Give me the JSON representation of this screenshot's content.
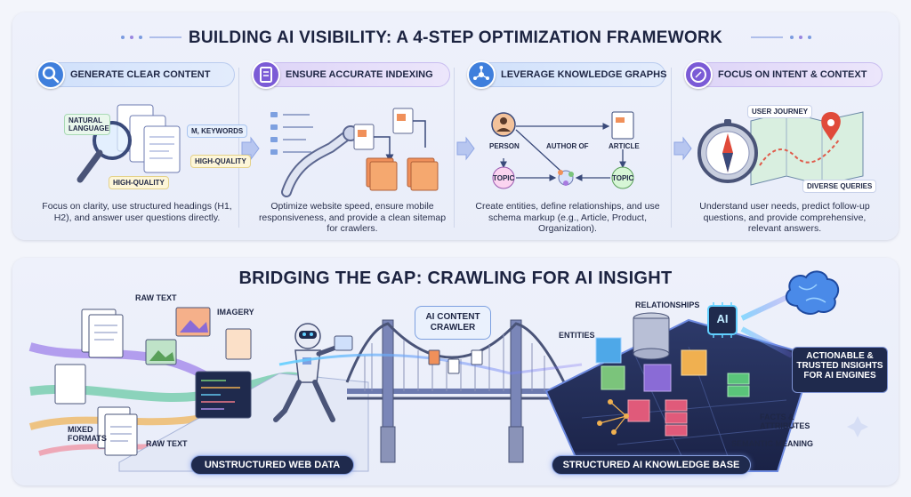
{
  "framework": {
    "title": "BUILDING AI VISIBILITY: A 4-STEP OPTIMIZATION FRAMEWORK",
    "steps": [
      {
        "label": "GENERATE CLEAR CONTENT",
        "icon": "magnifier-icon",
        "description": "Focus on clarity, use structured headings (H1, H2), and answer user questions directly.",
        "tags": [
          "NATURAL LANGUAGE",
          "M, KEYWORDS",
          "HIGH-QUALITY",
          "HIGH-QUALITY"
        ]
      },
      {
        "label": "ENSURE ACCURATE INDEXING",
        "icon": "document-icon",
        "description": "Optimize website speed, ensure mobile responsiveness, and provide a clean sitemap for crawlers."
      },
      {
        "label": "LEVERAGE KNOWLEDGE GRAPHS",
        "icon": "network-icon",
        "description": "Create entities, define relationships, and use schema markup (e.g., Article, Product, Organization).",
        "nodes": [
          "PERSON",
          "AUTHOR OF",
          "ARTICLE",
          "TOPIC",
          "TOPIC"
        ]
      },
      {
        "label": "FOCUS ON INTENT & CONTEXT",
        "icon": "compass-icon",
        "description": "Understand user needs, predict follow-up questions, and provide comprehensive, relevant answers.",
        "tags": [
          "USER JOURNEY",
          "DIVERSE QUERIES"
        ]
      }
    ]
  },
  "bridge": {
    "title": "BRIDGING THE GAP: CRAWLING FOR AI INSIGHT",
    "left_labels": {
      "raw_text_top": "RAW TEXT",
      "imagery": "IMAGERY",
      "mixed_formats": "MIXED FORMATS",
      "raw_text_bottom": "RAW TEXT"
    },
    "crawler_label": "AI CONTENT CRAWLER",
    "right_labels": {
      "relationships": "RELATIONSHIPS",
      "entities": "ENTITIES",
      "facts": "FACTS & ATTRIBUTES",
      "semantic": "SEMANTIC MEANING"
    },
    "insights_label": "ACTIONABLE & TRUSTED INSIGHTS FOR AI ENGINES",
    "left_pill": "UNSTRUCTURED WEB DATA",
    "right_pill": "STRUCTURED AI KNOWLEDGE BASE",
    "chip_label": "AI"
  },
  "colors": {
    "accent_blue": "#3f7fdc",
    "accent_purple": "#7b5bd6",
    "dark_navy": "#1f2a4d"
  }
}
